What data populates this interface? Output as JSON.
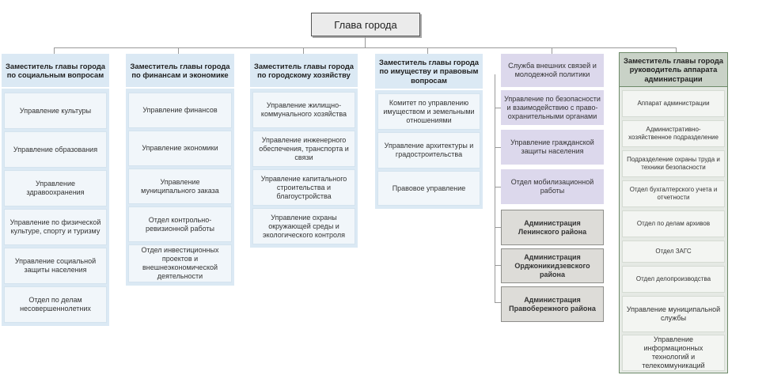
{
  "root": "Глава города",
  "columns": [
    {
      "head": "Заместитель главы города по социальным вопросам",
      "items": [
        "Управление культуры",
        "Управление образования",
        "Управление здравоохранения",
        "Управление по физической культуре, спорту и туризму",
        "Управление социальной защиты населения",
        "Отдел по делам несовершеннолетних"
      ]
    },
    {
      "head": "Заместитель главы города по финансам и экономике",
      "items": [
        "Управление финансов",
        "Управление экономики",
        "Управление муниципального заказа",
        "Отдел контрольно-ревизионной работы",
        "Отдел инвестиционных проектов и внешнеэкономической деятельности"
      ]
    },
    {
      "head": "Заместитель главы города по городскому хозяйству",
      "items": [
        "Управление жилищно-коммунального хозяйства",
        "Управление инженерного обеспечения, транспорта и связи",
        "Управление капитального строительства и благоустройства",
        "Управление охраны окружающей среды и экологического контроля"
      ]
    },
    {
      "head": "Заместитель главы города по имуществу и правовым вопросам",
      "items": [
        "Комитет по управлению имуществом и земельными отношениями",
        "Управление архитектуры и градостроительства",
        "Правовое управление"
      ]
    },
    {
      "head": "Служба внешних связей и молодежной политики",
      "items": [
        "Управление по безопасности и взаимодействию с право-охранительными органами",
        "Управление гражданской защиты населения",
        "Отдел мобилизационной работы"
      ],
      "admins": [
        "Администрация Ленинского района",
        "Администрация Орджоникидзевского района",
        "Администрация Правобережного района"
      ]
    },
    {
      "head": "Заместитель главы города руководитель аппарата администрации",
      "items": [
        "Аппарат администрации",
        "Административно-хозяйственное подразделение",
        "Подразделение охраны труда и техники безопасности",
        "Отдел бухгалтерского учета и отчетности",
        "Отдел по делам архивов",
        "Отдел ЗАГС",
        "Отдел делопроизводства",
        "Управление муниципальной службы",
        "Управление информационных технологий и телекоммуникаций"
      ]
    }
  ]
}
